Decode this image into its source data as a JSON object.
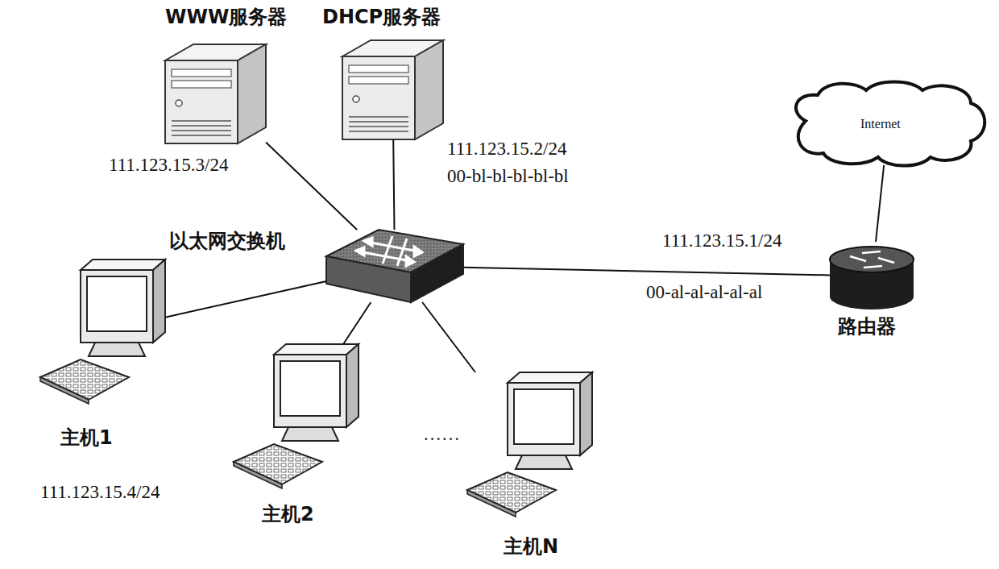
{
  "diagram": {
    "nodes": [
      {
        "text": [
          "WWW服务器",
          "111.123.15.3/24"
        ]
      },
      {
        "text": [
          "DHCP服务器",
          "111.123.15.2/24",
          "00-bl-bl-bl-bl-bl"
        ]
      },
      {
        "text": [
          "以太网交换机"
        ]
      },
      {
        "text": [
          "Internet"
        ]
      },
      {
        "text": [
          "路由器",
          "111.123.15.1/24",
          "00-al-al-al-al-al"
        ]
      },
      {
        "text": [
          "主机1",
          "111.123.15.4/24"
        ]
      },
      {
        "text": [
          "主机2"
        ]
      },
      {
        "text": [
          "主机N"
        ]
      }
    ],
    "edges": [
      {
        "from": 0,
        "to": 2,
        "arrow": "none"
      },
      {
        "from": 1,
        "to": 2,
        "arrow": "none"
      },
      {
        "from": 2,
        "to": 4,
        "arrow": "none"
      },
      {
        "from": 2,
        "to": 5,
        "arrow": "none"
      },
      {
        "from": 2,
        "to": 6,
        "arrow": "none"
      },
      {
        "from": 2,
        "to": 7,
        "arrow": "none"
      },
      {
        "from": 4,
        "to": 3,
        "arrow": "none"
      }
    ],
    "labels": [
      "……"
    ]
  }
}
